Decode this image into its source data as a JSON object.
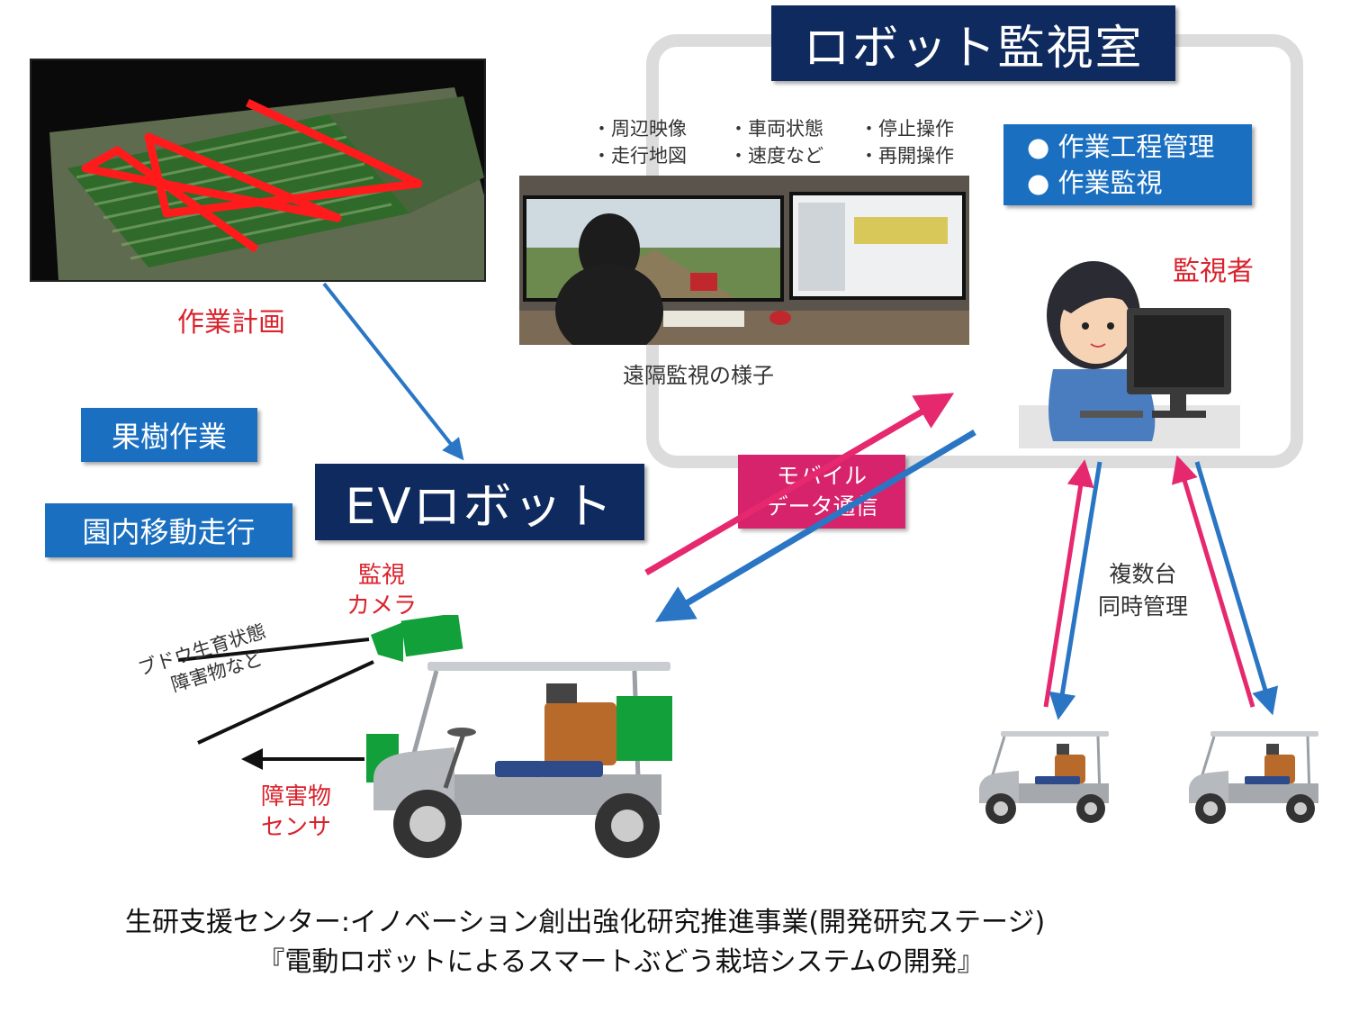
{
  "monitor_room": {
    "title": "ロボット監視室"
  },
  "monitor_items": {
    "col1": [
      "・周辺映像",
      "・走行地図"
    ],
    "col2": [
      "・車両状態",
      "・速度など"
    ],
    "col3": [
      "・停止操作",
      "・再開操作"
    ]
  },
  "management": {
    "item1": "● 作業工程管理",
    "item2": "● 作業監視"
  },
  "monitor_person": {
    "label": "監視者"
  },
  "remote_photo": {
    "caption": "遠隔監視の様子"
  },
  "plan": {
    "caption": "作業計画"
  },
  "tasks": {
    "fruit": "果樹作業",
    "travel": "園内移動走行"
  },
  "ev_robot": {
    "title": "EVロボット"
  },
  "comm": {
    "line1": "モバイル",
    "line2": "データ通信"
  },
  "multi": {
    "line1": "複数台",
    "line2": "同時管理"
  },
  "camera": {
    "line1": "監視",
    "line2": "カメラ"
  },
  "view_target": {
    "line1": "ブドウ生育状態",
    "line2": "障害物など"
  },
  "sensor": {
    "line1": "障害物",
    "line2": "センサ"
  },
  "footer": {
    "line1": "生研支援センター:イノベーション創出強化研究推進事業(開発研究ステージ)",
    "line2": "『電動ロボットによるスマートぶどう栽培システムの開発』"
  },
  "colors": {
    "navy": "#0e2a5e",
    "blue": "#1a6fc0",
    "pink": "#d6236b",
    "red": "#d9232d",
    "green": "#12a03a",
    "arrow_blue": "#2a76c4",
    "arrow_pink": "#e6286f"
  }
}
